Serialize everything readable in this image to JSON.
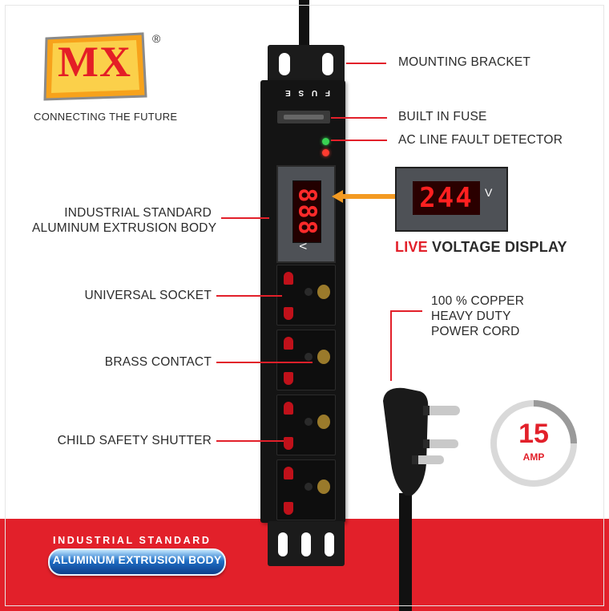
{
  "brand": {
    "logo_text": "MX",
    "registered_mark": "®",
    "tagline": "CONNECTING THE FUTURE"
  },
  "callouts": {
    "mounting_bracket": "MOUNTING  BRACKET",
    "built_in_fuse": "BUILT IN FUSE",
    "ac_line_fault": "AC LINE FAULT DETECTOR",
    "extrusion_body_line1": "INDUSTRIAL STANDARD",
    "extrusion_body_line2": "ALUMINUM EXTRUSION BODY",
    "universal_socket": "UNIVERSAL SOCKET",
    "brass_contact": "BRASS CONTACT",
    "child_safety": "CHILD SAFETY SHUTTER",
    "cord_line1": "100 % COPPER",
    "cord_line2": "HEAVY DUTY",
    "cord_line3": "POWER CORD"
  },
  "strip": {
    "fuse_letters": [
      "F",
      "U",
      "S",
      "E"
    ],
    "meter_digits": "888",
    "meter_unit": "V"
  },
  "voltage_display": {
    "reading": "244",
    "unit": "V",
    "title_highlight": "LIVE",
    "title_rest": "VOLTAGE DISPLAY"
  },
  "amp_badge": {
    "value": "15",
    "unit": "AMP"
  },
  "banner": {
    "heading": "INDUSTRIAL STANDARD",
    "pill_text": "ALUMINUM EXTRUSION BODY"
  },
  "colors": {
    "accent_red": "#e2202a",
    "strip_black": "#141414",
    "pill_blue": "#1f6fc6"
  }
}
